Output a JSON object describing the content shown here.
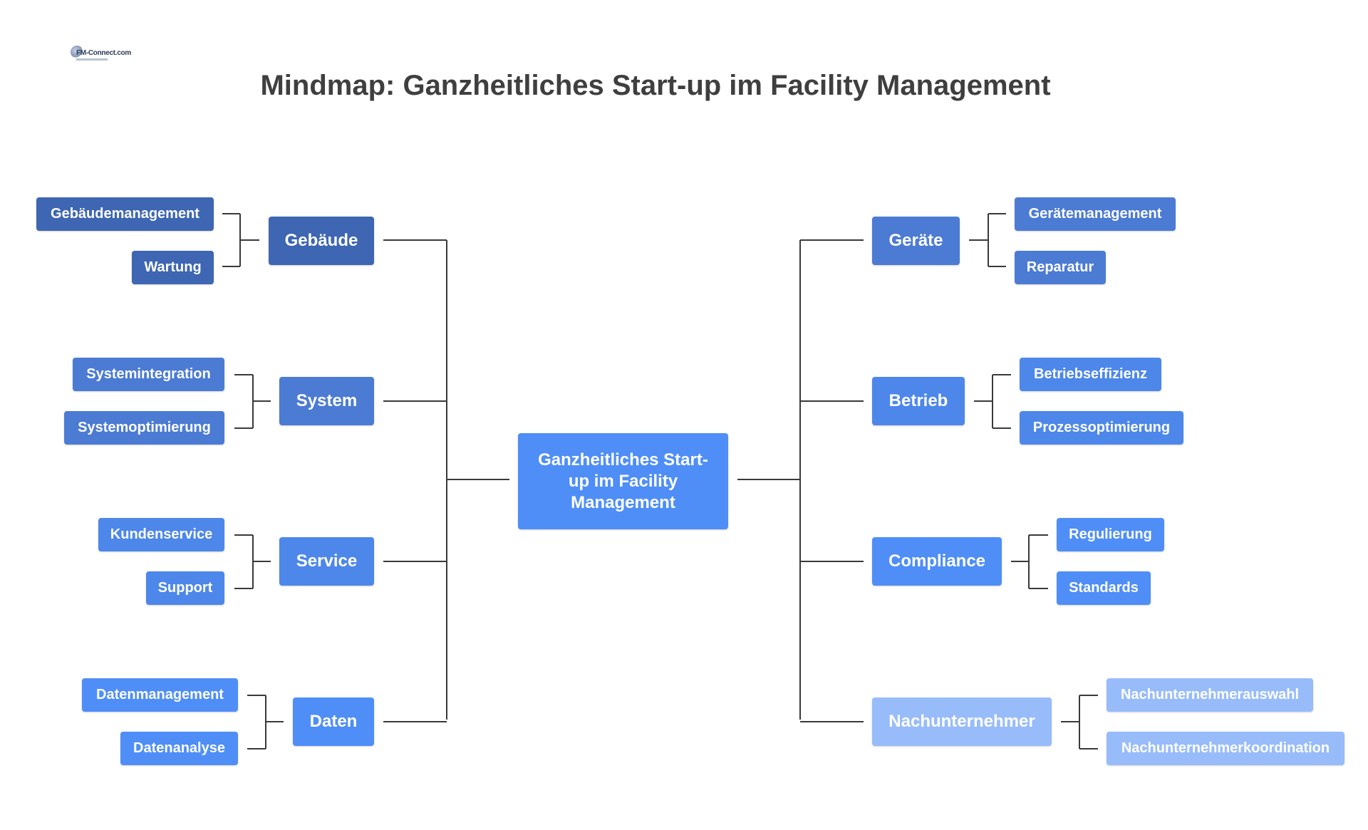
{
  "logo": {
    "text": "FM-Connect.com"
  },
  "title": "Mindmap: Ganzheitliches Start-up im Facility Management",
  "center": {
    "label": "Ganzheitliches Start-up im Facility Management"
  },
  "left_branches": [
    {
      "label": "Gebäude",
      "children": [
        "Gebäudemanagement",
        "Wartung"
      ]
    },
    {
      "label": "System",
      "children": [
        "Systemintegration",
        "Systemoptimierung"
      ]
    },
    {
      "label": "Service",
      "children": [
        "Kundenservice",
        "Support"
      ]
    },
    {
      "label": "Daten",
      "children": [
        "Datenmanagement",
        "Datenanalyse"
      ]
    }
  ],
  "right_branches": [
    {
      "label": "Geräte",
      "children": [
        "Gerätemanagement",
        "Reparatur"
      ]
    },
    {
      "label": "Betrieb",
      "children": [
        "Betriebseffizienz",
        "Prozessoptimierung"
      ]
    },
    {
      "label": "Compliance",
      "children": [
        "Regulierung",
        "Standards"
      ]
    },
    {
      "label": "Nachunternehmer",
      "children": [
        "Nachunternehmerauswahl",
        "Nachunternehmerkoordination"
      ]
    }
  ],
  "colors": {
    "connector": "#3a3a3a",
    "dark": "#3e66b2",
    "medium": "#4c7bd4",
    "mid": "#4d87ea",
    "blue": "#4f8ef6",
    "light": "#98bcfa"
  }
}
